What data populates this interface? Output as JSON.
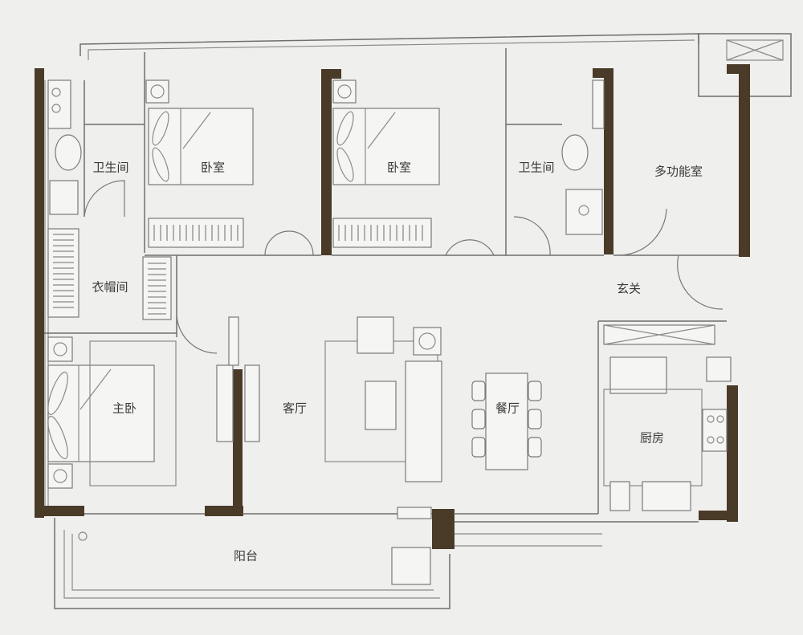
{
  "plan": {
    "rooms": {
      "bath_left": "卫生间",
      "bedroom_1": "卧室",
      "bedroom_2": "卧室",
      "bath_right": "卫生间",
      "multi_room": "多功能室",
      "cloakroom": "衣帽间",
      "entrance": "玄关",
      "master_bedroom": "主卧",
      "living_room": "客厅",
      "dining_room": "餐厅",
      "kitchen": "厨房",
      "balcony": "阳台"
    }
  },
  "colors": {
    "paper": "#efefed",
    "wall": "#4a3a28",
    "line": "#8a8a8a"
  }
}
